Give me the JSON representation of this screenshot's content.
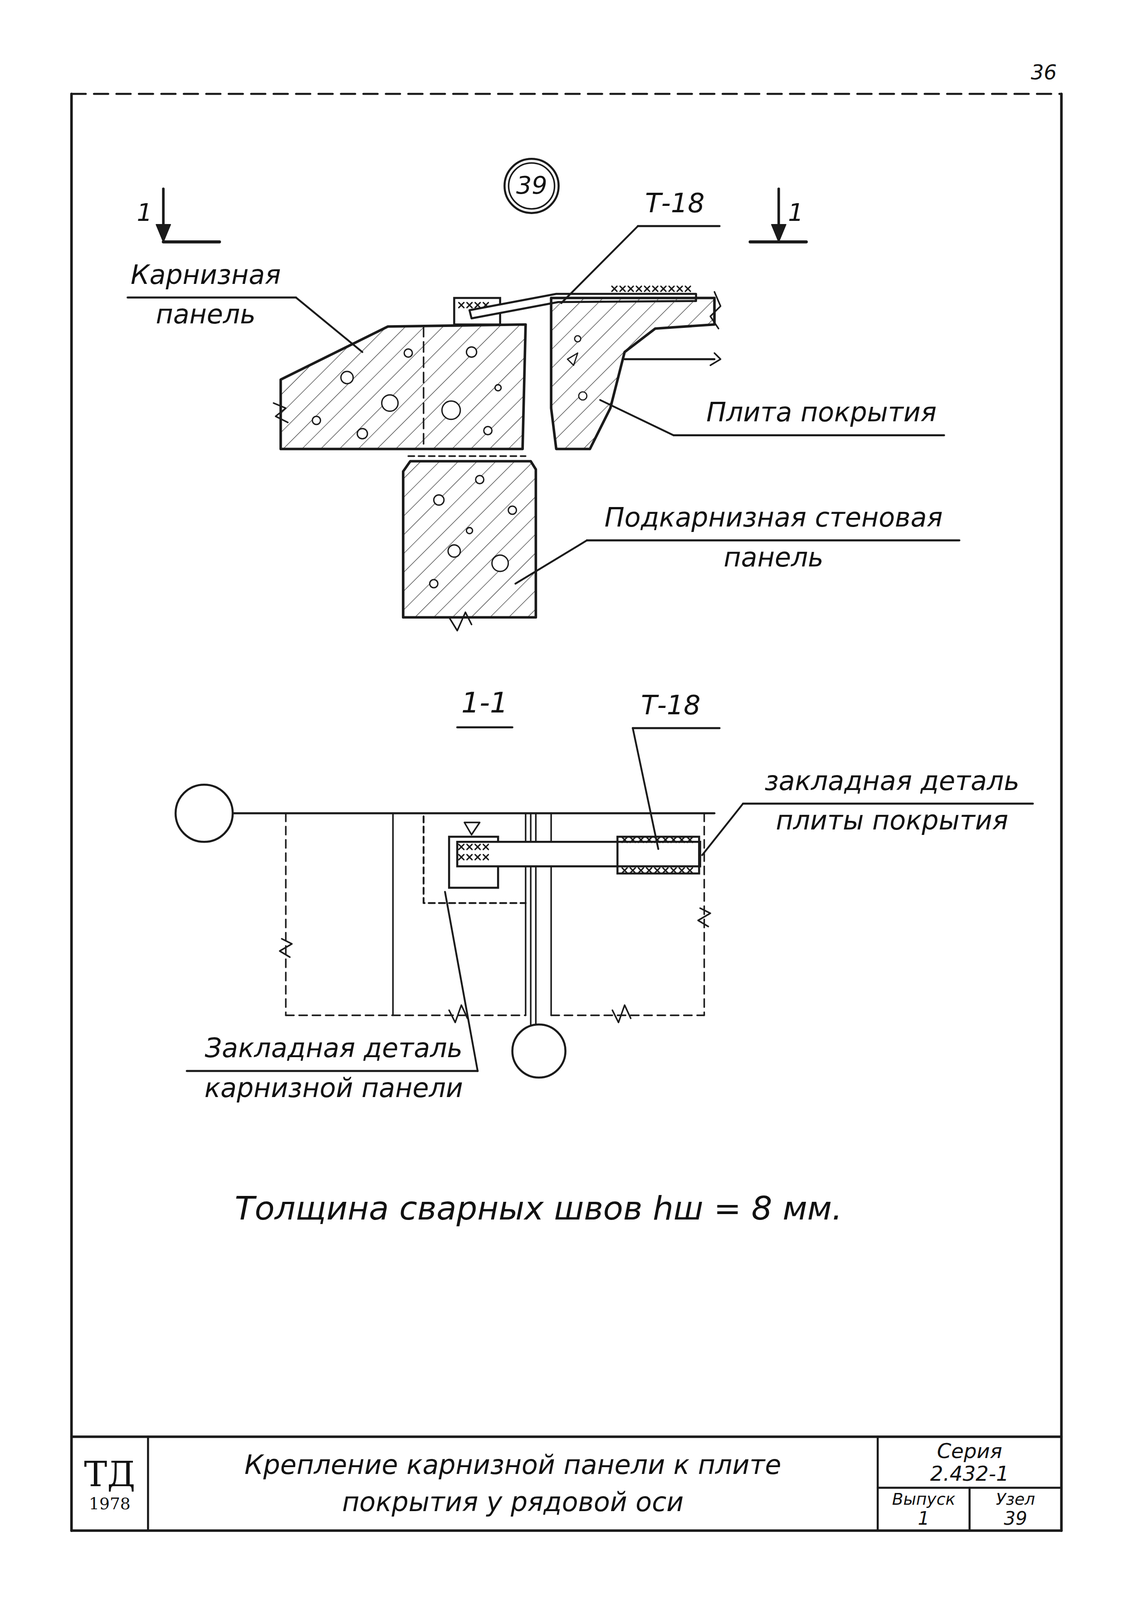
{
  "diagram": {
    "nodes": [
      {
        "text": [
          "39"
        ]
      },
      {
        "text": [
          "ТД",
          "1978"
        ]
      },
      {
        "text": [
          "Крепление карнизной панели к плите покрытия у рядовой оси"
        ]
      },
      {
        "text": [
          "Серия 2.432-1"
        ]
      },
      {
        "text": [
          "Выпуск",
          "1"
        ]
      },
      {
        "text": [
          "Узел",
          "39"
        ]
      }
    ],
    "labels": [
      "36",
      "1",
      "1",
      "Т-18",
      "Карнизная панель",
      "Плита покрытия",
      "Подкарнизная стеновая панель",
      "1-1",
      "Т-18",
      "закладная деталь плиты покрытия",
      "Закладная деталь карнизной панели",
      "Толщина сварных швов hш = 8 мм."
    ]
  }
}
